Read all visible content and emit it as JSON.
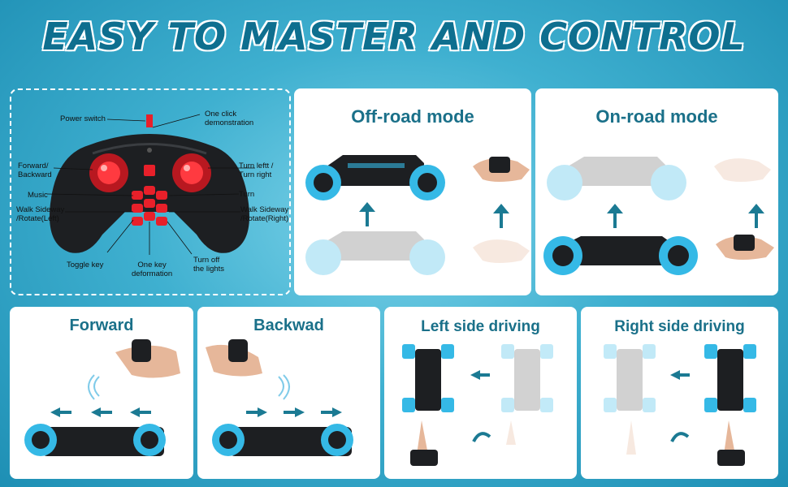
{
  "headline": "EASY TO MASTER AND CONTROL",
  "remote": {
    "labels": {
      "power_switch": "Power switch",
      "one_click_demo": "One click\ndemonstration",
      "forward_backward": "Forward/\nBackward",
      "turn_left_right": "Turn leftt /\nTurn right",
      "music": "Music",
      "turn": "Turn",
      "walk_sideway_left": "Walk Sideway\n/Rotate(Left)",
      "walk_sideway_right": "Walk Sideway\n/Rotate(Right)",
      "toggle_key": "Toggle key",
      "one_key_deformation": "One key\ndeformation",
      "turn_off_lights": "Turn off\nthe lights"
    }
  },
  "modes": {
    "offroad": "Off-road mode",
    "onroad": "On-road mode"
  },
  "cards": {
    "forward": "Forward",
    "backward": "Backwad",
    "left_side": "Left side driving",
    "right_side": "Right side driving"
  },
  "colors": {
    "accent": "#1a7089",
    "arrow": "#1b7a93",
    "wheel_blue": "#35b9e6",
    "remote_red": "#e8202a",
    "car_body": "#1d1f22"
  }
}
